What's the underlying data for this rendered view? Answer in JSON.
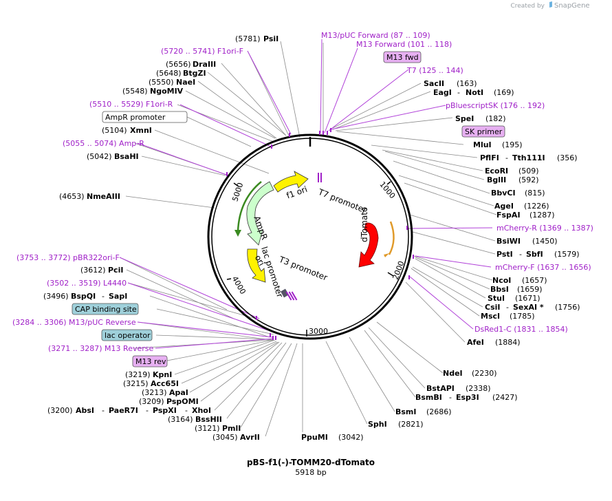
{
  "credit": {
    "created_by": "Created by",
    "app": "SnapGene"
  },
  "map": {
    "title": "pBS-f1(-)-TOMM20-dTomato",
    "length": "5918 bp",
    "scale_labels": [
      "1000",
      "2000",
      "3000",
      "4000",
      "5000"
    ]
  },
  "features": {
    "f1_ori": "f1 ori",
    "t7_promoter": "T7 promoter",
    "dtomato": "dTomato",
    "ampr": "AmpR",
    "ori": "ori",
    "lac_promoter": "lac promoter",
    "t3_promoter": "T3 promoter"
  },
  "boxes": {
    "m13_fwd": "M13 fwd",
    "sk_primer": "SK primer",
    "ampr_promoter": "AmpR promoter",
    "cap": "CAP binding site",
    "lac_operator": "lac operator",
    "m13_rev": "M13 rev"
  },
  "left_labels": {
    "psi_pos": "(5781)",
    "psi": "PsiI",
    "f1ori_f": "(5720 .. 5741)  F1ori-F",
    "draiii_pos": "(5656)",
    "draiii": "DraIII",
    "btgzi_pos": "(5648)",
    "btgzi": "BtgZI",
    "naei_pos": "(5550)",
    "naei": "NaeI",
    "ngomiv_pos": "(5548)",
    "ngomiv": "NgoMIV",
    "f1ori_r": "(5510 .. 5529)  F1ori-R",
    "xmni_pos": "(5104)",
    "xmni": "XmnI",
    "ampr_primer": "(5055 .. 5074)  Amp-R",
    "bsahi_pos": "(5042)",
    "bsahi": "BsaHI",
    "nmeaiii_pos": "(4653)",
    "nmeaiii": "NmeAIII",
    "pbr322": "(3753 .. 3772)  pBR322ori-F",
    "pcii_pos": "(3612)",
    "pcii": "PciI",
    "l4440": "(3502 .. 3519)  L4440",
    "bspqi_pos": "(3496)",
    "bspqi": "BspQI",
    "sapi": "SapI",
    "m13puc_rev": "(3284 .. 3306)  M13/pUC Reverse",
    "m13_reverse": "(3271 .. 3287)  M13 Reverse",
    "kpni_pos": "(3219)",
    "kpni": "KpnI",
    "acc65i_pos": "(3215)",
    "acc65i": "Acc65I",
    "apai_pos": "(3213)",
    "apai": "ApaI",
    "pspomi_pos": "(3209)",
    "pspomi": "PspOMI",
    "absi_pos": "(3200)",
    "absi": "AbsI",
    "paer7i": "PaeR7I",
    "pspxi": "PspXI",
    "xhoi": "XhoI",
    "bsshii_pos": "(3164)",
    "bsshii": "BssHII",
    "pmli_pos": "(3121)",
    "pmli": "PmlI",
    "avrii_pos": "(3045)",
    "avrii": "AvrII",
    "ppumi": "PpuMI",
    "ppumi_pos": "(3042)"
  },
  "right_labels": {
    "m13puc_fwd": "M13/pUC Forward    (87 .. 109)",
    "m13_forward": "M13 Forward    (101 .. 118)",
    "t7": "T7    (125 .. 144)",
    "sacii": "SacII",
    "sacii_pos": "(163)",
    "eagi": "EagI",
    "noti": "NotI",
    "noti_pos": "(169)",
    "pbluescript": "pBluescriptSK    (176 .. 192)",
    "spei": "SpeI",
    "spei_pos": "(182)",
    "mlui": "MluI",
    "mlui_pos": "(195)",
    "pflfi": "PflFI",
    "tth111i": "Tth111I",
    "tth_pos": "(356)",
    "ecori": "EcoRI",
    "ecori_pos": "(509)",
    "bglii": "BglII",
    "bglii_pos": "(592)",
    "bbvci": "BbvCI",
    "bbvci_pos": "(815)",
    "agei": "AgeI",
    "agei_pos": "(1226)",
    "fspai": "FspAI",
    "fspai_pos": "(1287)",
    "mcherry_r": "mCherry-R    (1369 .. 1387)",
    "bsiwi": "BsiWI",
    "bsiwi_pos": "(1450)",
    "psti": "PstI",
    "sbfi": "SbfI",
    "sbfi_pos": "(1579)",
    "mcherry_f": "mCherry-F    (1637 .. 1656)",
    "ncoi": "NcoI",
    "ncoi_pos": "(1657)",
    "bbsi": "BbsI",
    "bbsi_pos": "(1659)",
    "stui": "StuI",
    "stui_pos": "(1671)",
    "csii": "CsiI",
    "sexai": "SexAI *",
    "sexai_pos": "(1756)",
    "msci": "MscI",
    "msci_pos": "(1785)",
    "dsred": "DsRed1-C    (1831 .. 1854)",
    "afei": "AfeI",
    "afei_pos": "(1884)",
    "ndei": "NdeI",
    "ndei_pos": "(2230)",
    "bstapi": "BstAPI",
    "bstapi_pos": "(2338)",
    "bsmbi": "BsmBI",
    "esp3i": "Esp3I",
    "esp3i_pos": "(2427)",
    "bsmi": "BsmI",
    "bsmi_pos": "(2686)",
    "sphi": "SphI",
    "sphi_pos": "(2821)"
  }
}
